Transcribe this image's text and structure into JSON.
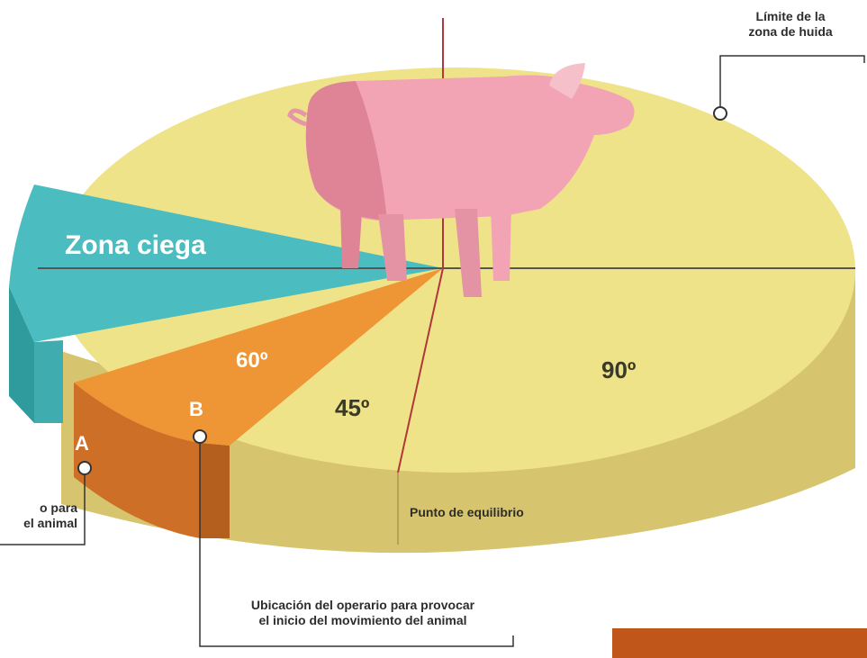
{
  "diagram": {
    "zones": {
      "blind_zone": "Zona ciega",
      "angle_60": "60º",
      "angle_45": "45º",
      "angle_90": "90º"
    },
    "points": {
      "a": "A",
      "b": "B"
    },
    "annotations": {
      "flight_zone_line1": "Límite de la",
      "flight_zone_line2": "zona de huida",
      "balance_point": "Punto de equilibrio",
      "operator_b_line1": "Ubicación del operario para provocar",
      "operator_b_line2": "el inicio del movimiento del animal",
      "operator_a_line1": "o para",
      "operator_a_line2": "el animal"
    },
    "colors": {
      "flight_zone": "#efe38a",
      "flight_zone_side": "#d6c56e",
      "blind_zone": "#4bbcbf",
      "blind_zone_side": "#2f9b9c",
      "start_zone": "#ee9535",
      "start_zone_side": "#cd6f26",
      "pig": "#f2a3b4",
      "pig_shadow": "#df8397",
      "axis": "#b0373a",
      "bar": "#c0561a"
    },
    "icon": "pig-icon"
  }
}
